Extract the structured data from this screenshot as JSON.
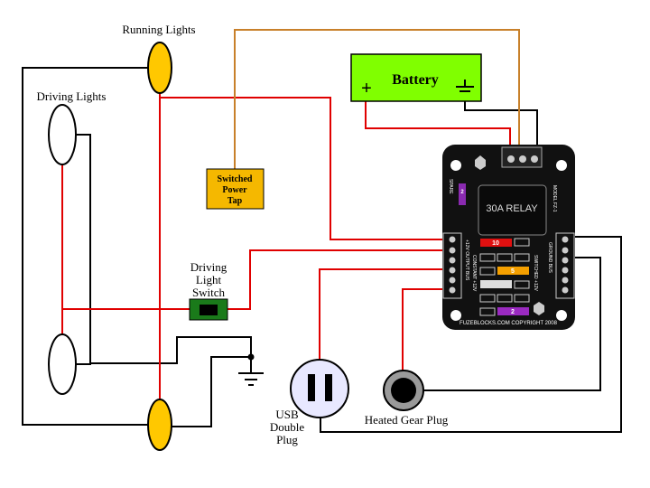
{
  "labels": {
    "running_lights": "Running Lights",
    "driving_lights": "Driving Lights",
    "battery": "Battery",
    "battery_plus": "+",
    "switched_power_tap": [
      "Switched",
      "Power",
      "Tap"
    ],
    "driving_light_switch": [
      "Driving",
      "Light",
      "Switch"
    ],
    "usb_double_plug": [
      "USB",
      "Double",
      "Plug"
    ],
    "heated_gear_plug": "Heated Gear Plug"
  },
  "board": {
    "relay": "30A RELAY",
    "left_bus": "+12V OUTPUT BUS",
    "constant": "CONSTANT +12V",
    "switched": "SWITCHED +12V",
    "ground_bus": "GROUND BUS",
    "model": "MODEL FZ-1",
    "spare": "SPARE",
    "copyright": "FUZEBLOCKS.COM COPYRIGHT 2008",
    "fuses": [
      "10",
      "5",
      "2",
      "2"
    ]
  },
  "colors": {
    "power_wire": "#e00000",
    "ground_wire": "#000000",
    "switched_wire": "#c8802a",
    "running_light": "#ffc800",
    "battery": "#80ff00",
    "tap": "#f5b800",
    "switch": "#1a7a1a"
  }
}
